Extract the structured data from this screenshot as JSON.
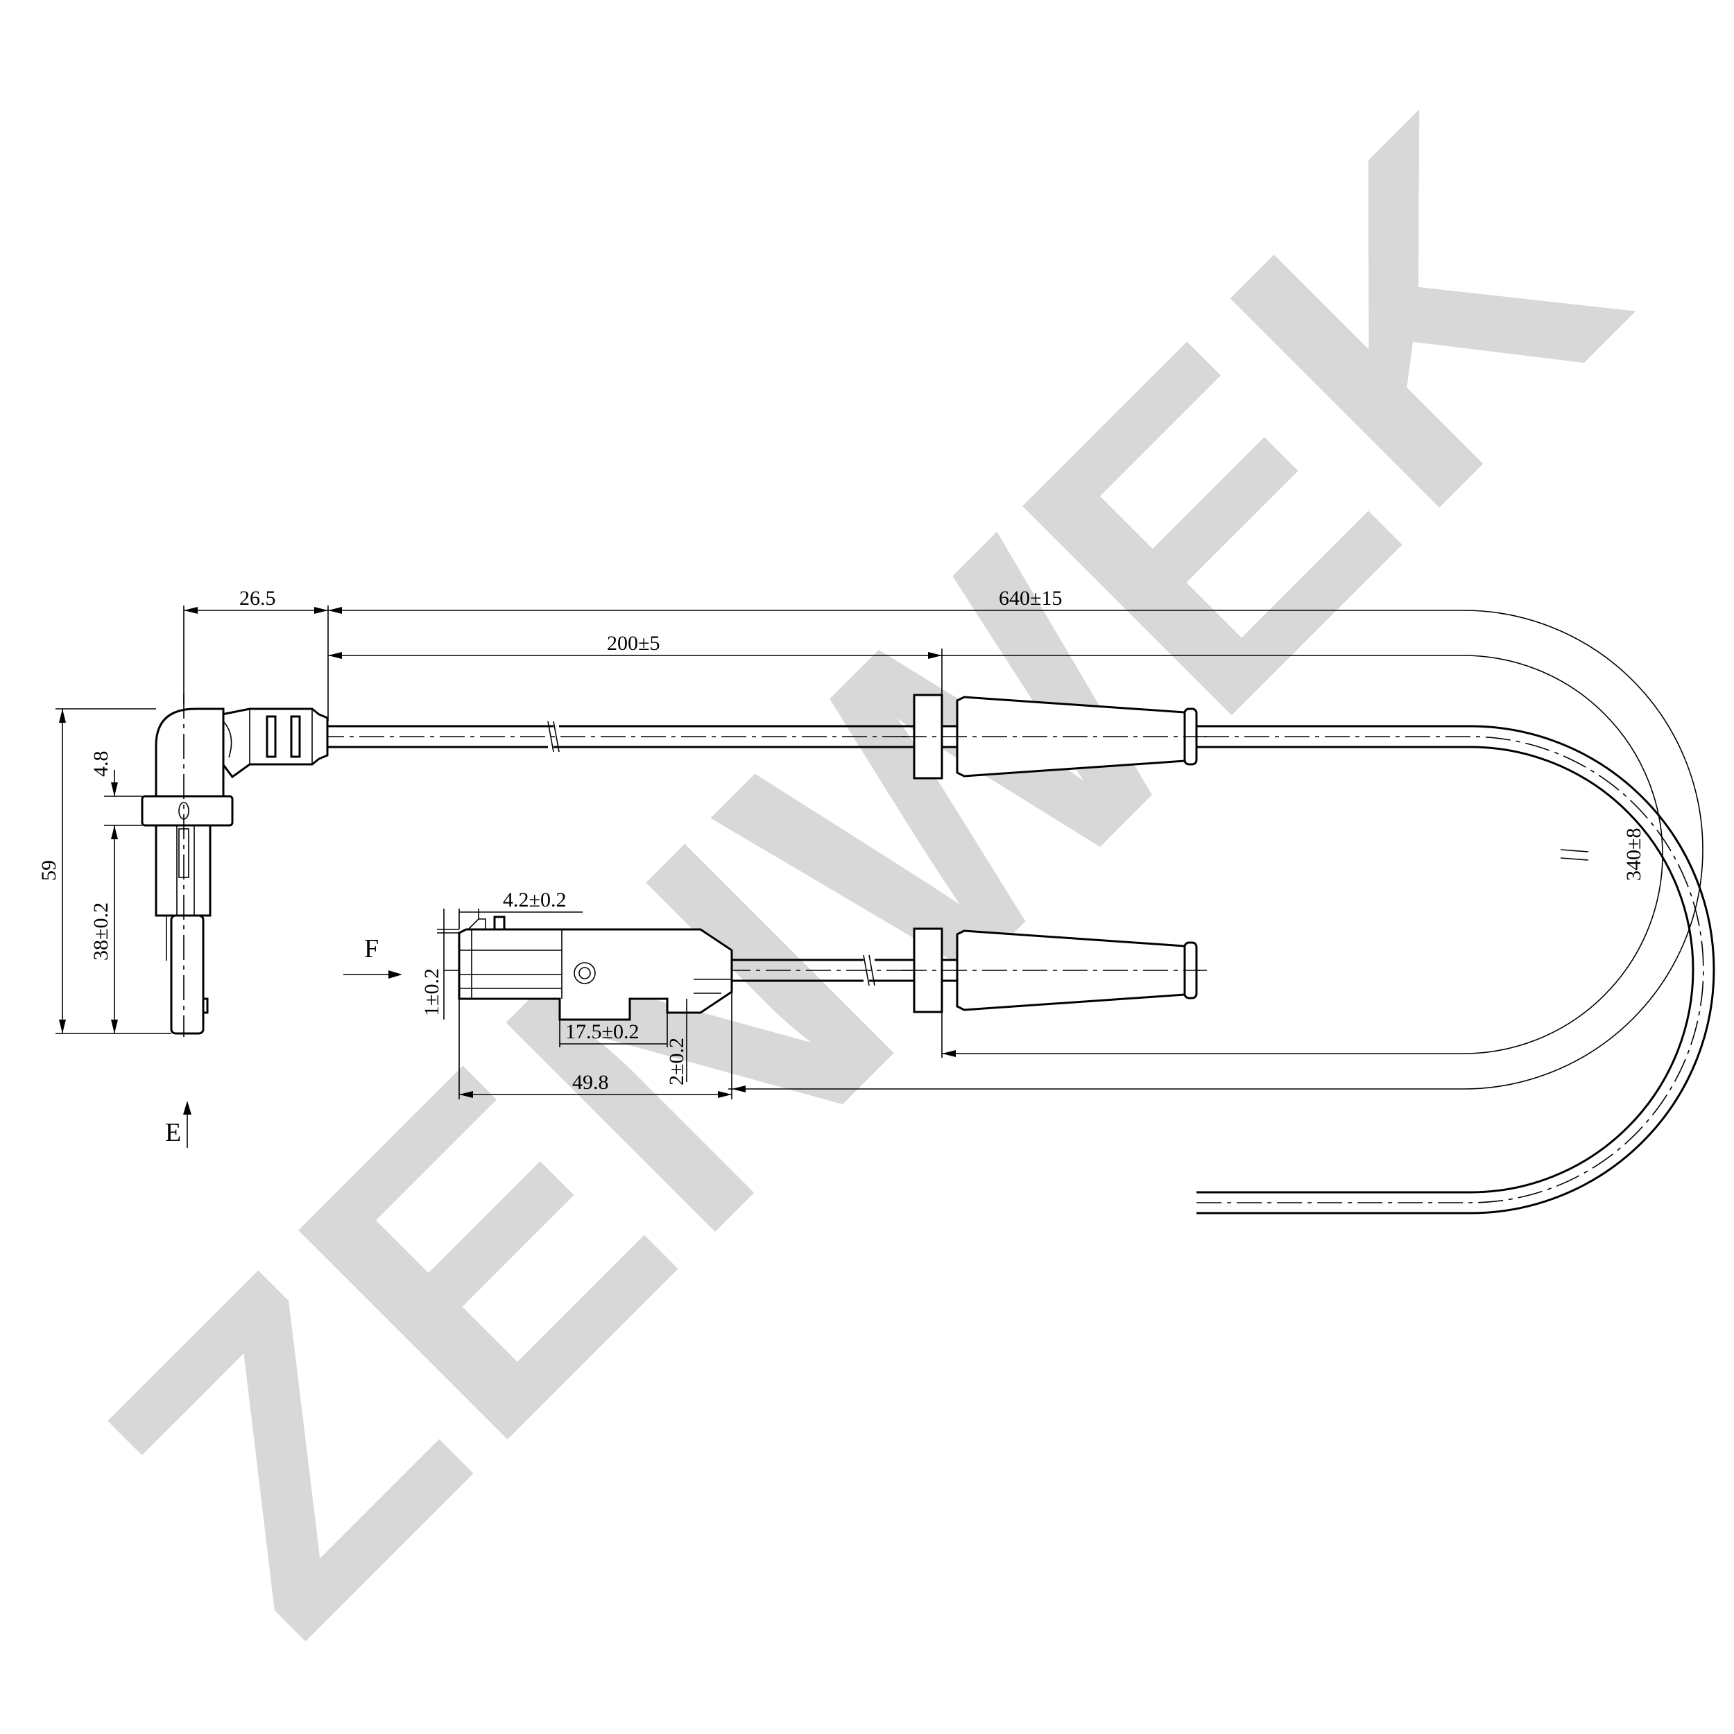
{
  "watermark": {
    "text": "ZENWEK",
    "color": "#bdbdbd"
  },
  "views": {
    "front_label": "E",
    "side_label": "F"
  },
  "dimensions": {
    "sensor_offset": "26.5",
    "total_length": "640±15",
    "grommet_distance": "200±5",
    "loop_height": "340±8",
    "sensor_height": "59",
    "flange_thickness": "4.8",
    "flange_to_tip": "38±0.2",
    "connector_length": "49.8",
    "latch_width": "4.2±0.2",
    "pin_offset": "17.5±0.2",
    "pin_step": "2±0.2",
    "nose_step": "1±0.2"
  }
}
